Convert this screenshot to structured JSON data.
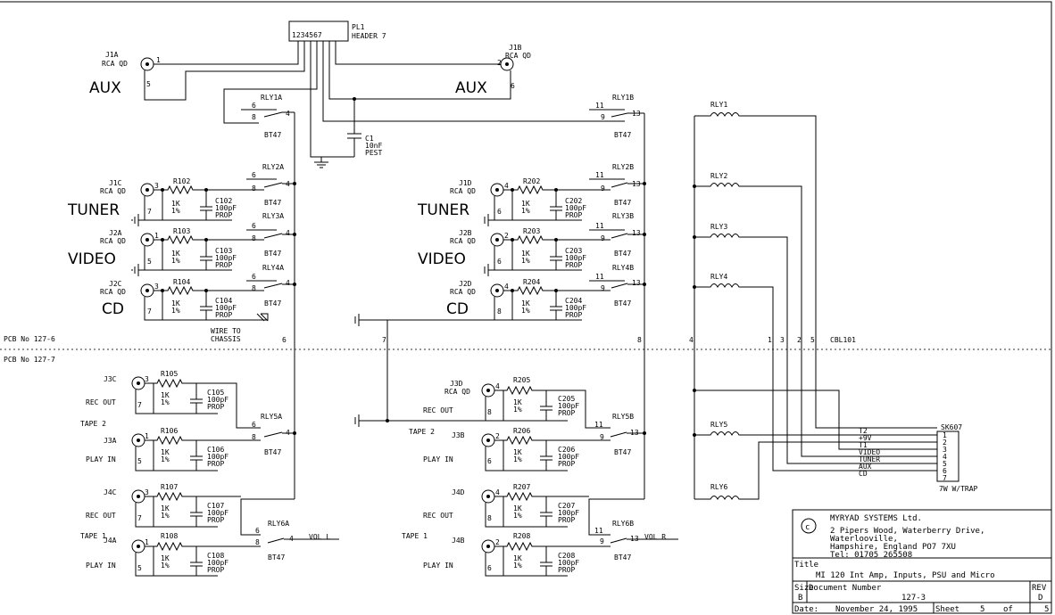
{
  "pl1": {
    "ref": "PL1",
    "name": "HEADER 7",
    "pins": "1234567"
  },
  "aux_left": {
    "ref": "J1A",
    "type": "RCA QD",
    "label": "AUX",
    "pin_a": "1",
    "pin_b": "5"
  },
  "aux_right": {
    "ref": "J1B",
    "type": "RCA QD",
    "label": "AUX",
    "pin_a": "2",
    "pin_b": "6"
  },
  "c1": {
    "ref": "C1",
    "value": "10nF",
    "type": "PEST"
  },
  "relay_type": "BT47",
  "relays_a": [
    {
      "ref": "RLY1A",
      "pin_in": "6",
      "pin_c": "8",
      "pin_out": "4"
    },
    {
      "ref": "RLY2A",
      "pin_in": "6",
      "pin_c": "8",
      "pin_out": "4"
    },
    {
      "ref": "RLY3A",
      "pin_in": "6",
      "pin_c": "8",
      "pin_out": "4"
    },
    {
      "ref": "RLY4A",
      "pin_in": "6",
      "pin_c": "8",
      "pin_out": "4"
    }
  ],
  "relays_b": [
    {
      "ref": "RLY1B",
      "pin_in": "11",
      "pin_c": "9",
      "pin_out": "13"
    },
    {
      "ref": "RLY2B",
      "pin_in": "11",
      "pin_c": "9",
      "pin_out": "13"
    },
    {
      "ref": "RLY3B",
      "pin_in": "11",
      "pin_c": "9",
      "pin_out": "13"
    },
    {
      "ref": "RLY4B",
      "pin_in": "11",
      "pin_c": "9",
      "pin_out": "13"
    }
  ],
  "inputs_left": [
    {
      "jack": "J1C",
      "type": "RCA QD",
      "label": "TUNER",
      "pin_a": "3",
      "pin_b": "7",
      "r": "R102",
      "c": "C102"
    },
    {
      "jack": "J2A",
      "type": "RCA QD",
      "label": "VIDEO",
      "pin_a": "1",
      "pin_b": "5",
      "r": "R103",
      "c": "C103"
    },
    {
      "jack": "J2C",
      "type": "RCA QD",
      "label": "CD",
      "pin_a": "3",
      "pin_b": "7",
      "r": "R104",
      "c": "C104"
    }
  ],
  "inputs_right": [
    {
      "jack": "J1D",
      "type": "RCA QD",
      "label": "TUNER",
      "pin_a": "4",
      "pin_b": "6",
      "r": "R202",
      "c": "C202"
    },
    {
      "jack": "J2B",
      "type": "RCA QD",
      "label": "VIDEO",
      "pin_a": "2",
      "pin_b": "6",
      "r": "R203",
      "c": "C203"
    },
    {
      "jack": "J2D",
      "type": "RCA QD",
      "label": "CD",
      "pin_a": "4",
      "pin_b": "8",
      "r": "R204",
      "c": "C204"
    }
  ],
  "r_value": "1K",
  "r_tol": "1%",
  "c_value": "100pF",
  "c_type": "PROP",
  "wire_to_chassis_1": "WIRE TO",
  "wire_to_chassis_2": "CHASSIS",
  "pcb_top": "PCB No 127-6",
  "pcb_bottom": "PCB No 127-7",
  "net_numbers": {
    "n6": "6",
    "n7": "7",
    "n8": "8",
    "n4": "4",
    "n1": "1",
    "n3": "3",
    "n2": "2",
    "n5": "5"
  },
  "cbl": "CBL101",
  "tape_left": [
    {
      "jack": "J3C",
      "pin_a": "3",
      "pin_b": "7",
      "r": "R105",
      "c": "C105",
      "role": "REC OUT"
    },
    {
      "jack": "J3A",
      "pin_a": "1",
      "pin_b": "5",
      "r": "R106",
      "c": "C106",
      "role": "PLAY IN"
    },
    {
      "jack": "J4C",
      "pin_a": "3",
      "pin_b": "7",
      "r": "R107",
      "c": "C107",
      "role": "REC OUT"
    },
    {
      "jack": "J4A",
      "pin_a": "1",
      "pin_b": "5",
      "r": "R108",
      "c": "C108",
      "role": "PLAY IN"
    }
  ],
  "tape_right": [
    {
      "jack": "J3D",
      "pin_a": "4",
      "pin_b": "8",
      "r": "R205",
      "c": "C205",
      "role": "REC OUT"
    },
    {
      "jack": "J3B",
      "pin_a": "2",
      "pin_b": "6",
      "r": "R206",
      "c": "C206",
      "role": "PLAY IN"
    },
    {
      "jack": "J4D",
      "pin_a": "4",
      "pin_b": "8",
      "r": "R207",
      "c": "C207",
      "role": "REC OUT"
    },
    {
      "jack": "J4B",
      "pin_a": "2",
      "pin_b": "6",
      "r": "R208",
      "c": "C208",
      "role": "PLAY IN"
    }
  ],
  "tape2": "TAPE 2",
  "tape1": "TAPE 1",
  "rly5a": "RLY5A",
  "rly6a": "RLY6A",
  "rly5b": "RLY5B",
  "rly6b": "RLY6B",
  "vol_l": "VOL L",
  "vol_r": "VOL R",
  "coils": [
    "RLY1",
    "RLY2",
    "RLY3",
    "RLY4",
    "RLY5",
    "RLY6"
  ],
  "sk607": {
    "ref": "SK607",
    "note": "7W W/TRAP",
    "pins": [
      "1",
      "2",
      "3",
      "4",
      "5",
      "6",
      "7"
    ],
    "labels": [
      "T2",
      "+9V",
      "T1",
      "VIDEO",
      "TUNER",
      "AUX",
      "CD"
    ]
  },
  "title_block": {
    "company": "MYRYAD SYSTEMS Ltd.",
    "addr1": "2 Pipers Wood, Waterberry Drive,",
    "addr2": "Waterlooville,",
    "addr3": "Hampshire, England PO7 7XU",
    "tel": "Tel: 01705 265508",
    "title_label": "Title",
    "title": "MI 120 Int Amp, Inputs, PSU and Micro",
    "size_label": "Size",
    "size": "B",
    "docnum_label": "Document Number",
    "docnum": "127-3",
    "rev_label": "REV",
    "rev": "D",
    "date_label": "Date:",
    "date": "November 24, 1995",
    "sheet_label": "Sheet",
    "sheet": "5",
    "of_label": "of",
    "of": "5"
  }
}
